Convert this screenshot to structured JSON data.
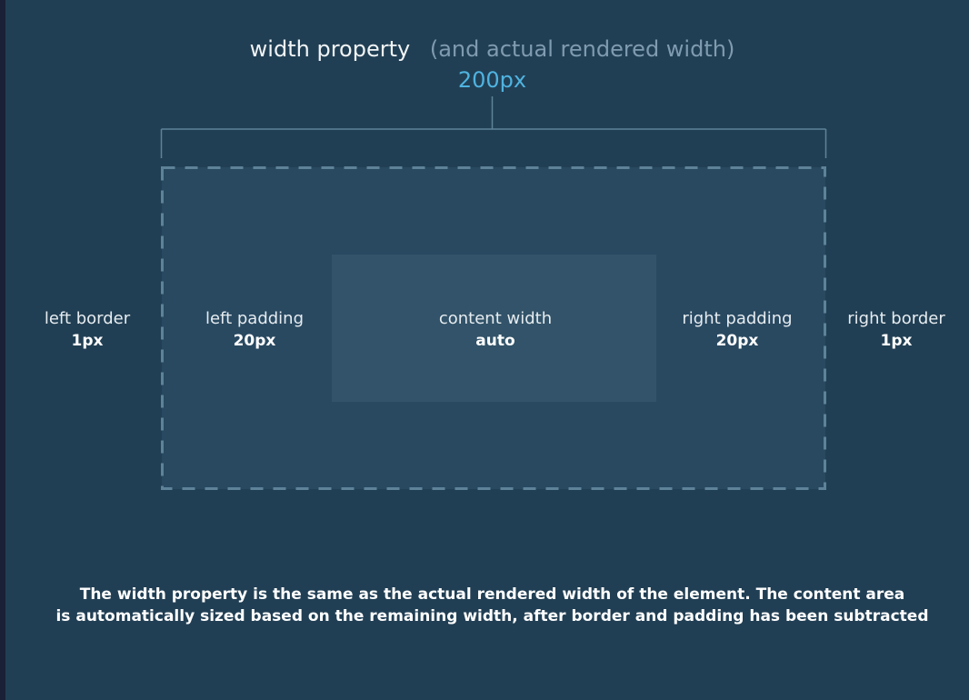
{
  "header": {
    "title_main": "width property",
    "title_sub": "(and actual rendered width)",
    "width_value": "200px"
  },
  "labels": {
    "left_border": {
      "name": "left border",
      "value": "1px"
    },
    "left_padding": {
      "name": "left padding",
      "value": "20px"
    },
    "content": {
      "name": "content width",
      "value": "auto"
    },
    "right_padding": {
      "name": "right padding",
      "value": "20px"
    },
    "right_border": {
      "name": "right border",
      "value": "1px"
    }
  },
  "caption": {
    "line1": "The width property is the same as the actual rendered width of the element. The content area",
    "line2": "is automatically sized based on the remaining width, after border and padding has been subtracted"
  },
  "colors": {
    "background": "#213f54",
    "accent": "#4fb3e0",
    "muted": "#7f9bb0",
    "box_fill": "#294961",
    "content_fill": "#325369",
    "dashed_border": "#5e8399"
  }
}
